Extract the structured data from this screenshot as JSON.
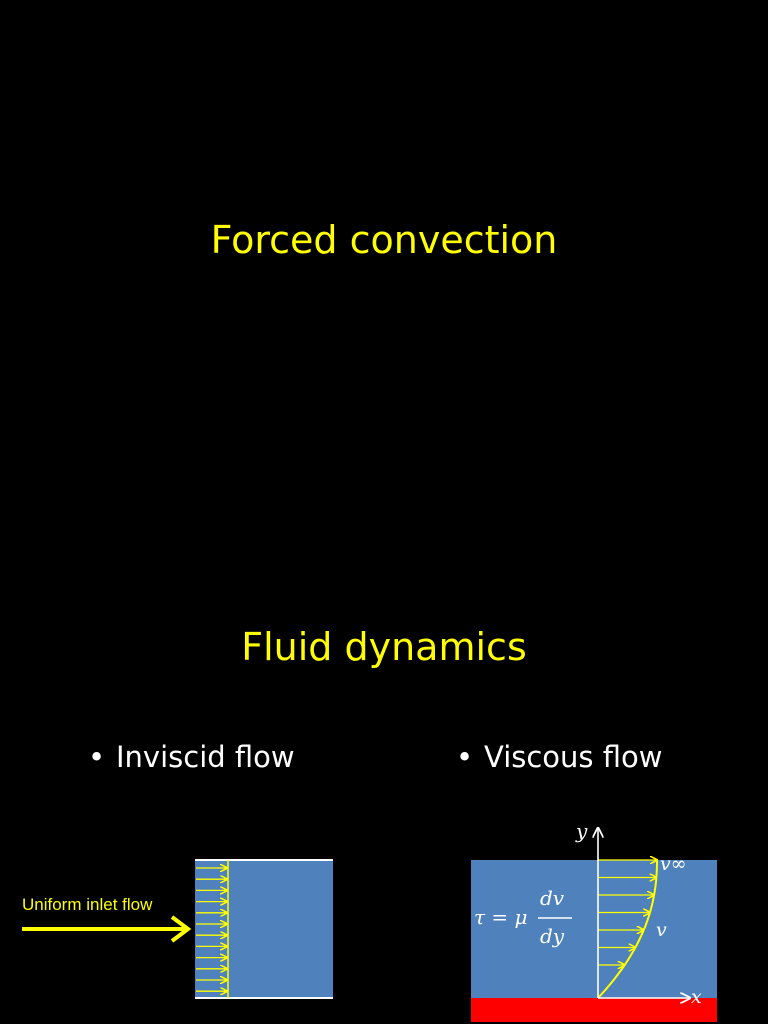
{
  "titles": {
    "main": "Forced convection",
    "section": "Fluid dynamics"
  },
  "bullets": {
    "symbol": "•",
    "left": "Inviscid flow",
    "right": "Viscous flow"
  },
  "inviscid_diagram": {
    "inlet_label": "Uniform inlet flow"
  },
  "viscous_diagram": {
    "y_axis_label": "y",
    "x_axis_label": "x",
    "free_stream_label": "v∞",
    "velocity_label": "v",
    "shear_equation": {
      "lhs": "τ = μ",
      "numerator": "dv",
      "denominator": "dy"
    }
  },
  "colors": {
    "background": "#000000",
    "title": "#ffff00",
    "fluid": "#4f81bd",
    "wall": "#ff0000",
    "arrow": "#ffff00",
    "axis": "#ffffff"
  }
}
